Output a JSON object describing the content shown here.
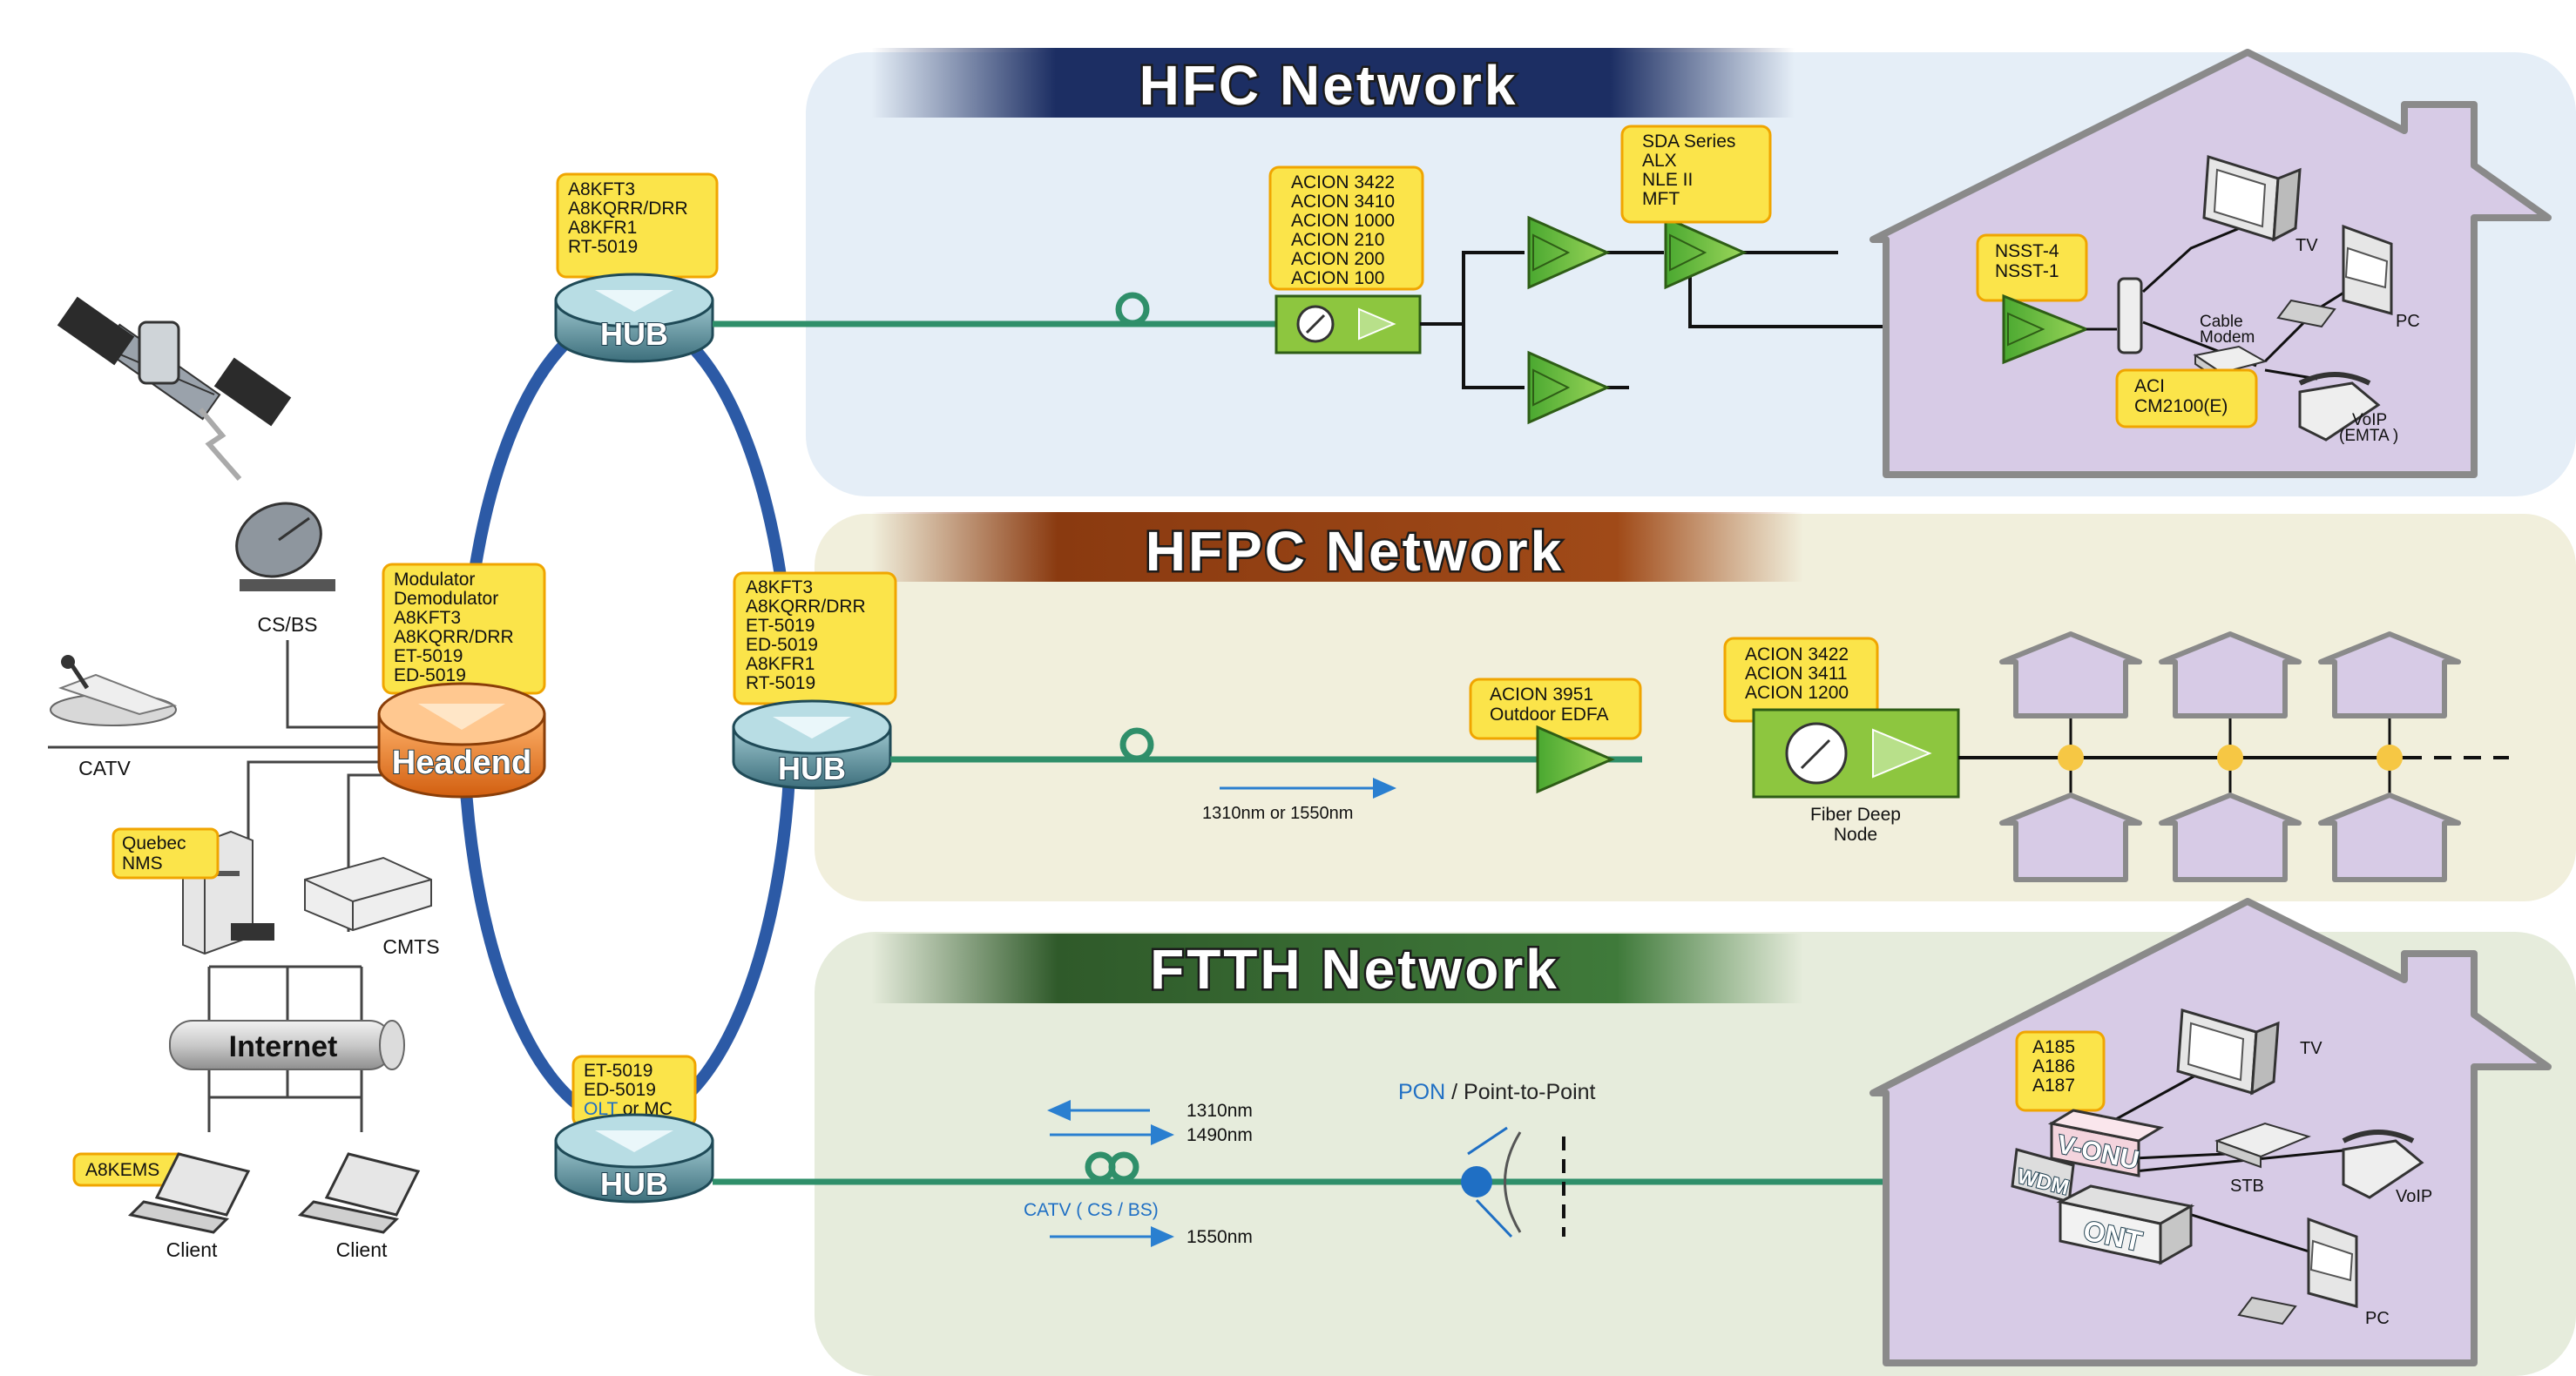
{
  "sections": {
    "hfc": {
      "title": "HFC Network",
      "bg": "#e5eef7",
      "banner": "#1c2e63"
    },
    "hfpc": {
      "title": "HFPC Network",
      "bg": "#f1efdc",
      "banner": "#8a3a10"
    },
    "ftth": {
      "title": "FTTH Network",
      "bg": "#e6ecdc",
      "banner": "#2f5a2a"
    }
  },
  "left": {
    "cs_bs": "CS/BS",
    "catv": "CATV",
    "headend": "Headend",
    "headend_models": [
      "Modulator",
      "Demodulator",
      "A8KFT3",
      "A8KQRR/DRR",
      "ET-5019",
      "ED-5019"
    ],
    "nms": [
      "Quebec",
      "NMS"
    ],
    "cmts": "CMTS",
    "internet": "Internet",
    "a8kems": "A8KEMS",
    "client1": "Client",
    "client2": "Client"
  },
  "hubs": {
    "label": "HUB",
    "top_models": [
      "A8KFT3",
      "A8KQRR/DRR",
      "A8KFR1",
      "RT-5019"
    ],
    "mid_models": [
      "A8KFT3",
      "A8KQRR/DRR",
      "ET-5019",
      "ED-5019",
      "A8KFR1",
      "RT-5019"
    ],
    "bot_models": [
      "ET-5019",
      "ED-5019"
    ],
    "bot_models_olt": "OLT",
    "bot_models_olt_suffix": " or MC"
  },
  "hfc": {
    "node_models": [
      "ACION 3422",
      "ACION 3410",
      "ACION 1000",
      "ACION 210",
      "ACION 200",
      "ACION 100"
    ],
    "sda_models": [
      "SDA Series",
      "ALX",
      "NLE II",
      "MFT"
    ],
    "nsst_models": [
      "NSST-4",
      "NSST-1"
    ],
    "aci_models": [
      "ACI",
      "CM2100(E)"
    ],
    "tv": "TV",
    "pc": "PC",
    "cable_modem": [
      "Cable",
      "Modem"
    ],
    "voip": [
      "VoIP",
      "(EMTA )"
    ]
  },
  "hfpc": {
    "edfa_models": [
      "ACION 3951",
      "Outdoor EDFA"
    ],
    "wavelength": "1310nm or  1550nm",
    "node_models": [
      "ACION 3422",
      "ACION 3411",
      "ACION 1200"
    ],
    "fdn": [
      "Fiber Deep",
      "Node"
    ]
  },
  "ftth": {
    "w1310": "1310nm",
    "w1490": "1490nm",
    "catv": "CATV ( CS / BS)",
    "w1550": "1550nm",
    "pon": "PON",
    "ptp": " / Point-to-Point",
    "models": [
      "A185",
      "A186",
      "A187"
    ],
    "tv": "TV",
    "stb": "STB",
    "voip": "VoIP",
    "pc": "PC",
    "vonu": "V-ONU",
    "wdm": "WDM",
    "ont": "ONT"
  },
  "colors": {
    "fiber": "#2f8f6a",
    "ring": "#2c5aa6",
    "note": "#fbe44a",
    "note_border": "#f0a500",
    "house": "#d7cbe6",
    "house_border": "#8a8a8a",
    "amp": "#6fbf3a",
    "headend": "#f07e2a",
    "hub": "#5f8e98",
    "pon_blue": "#1f6fc4"
  }
}
